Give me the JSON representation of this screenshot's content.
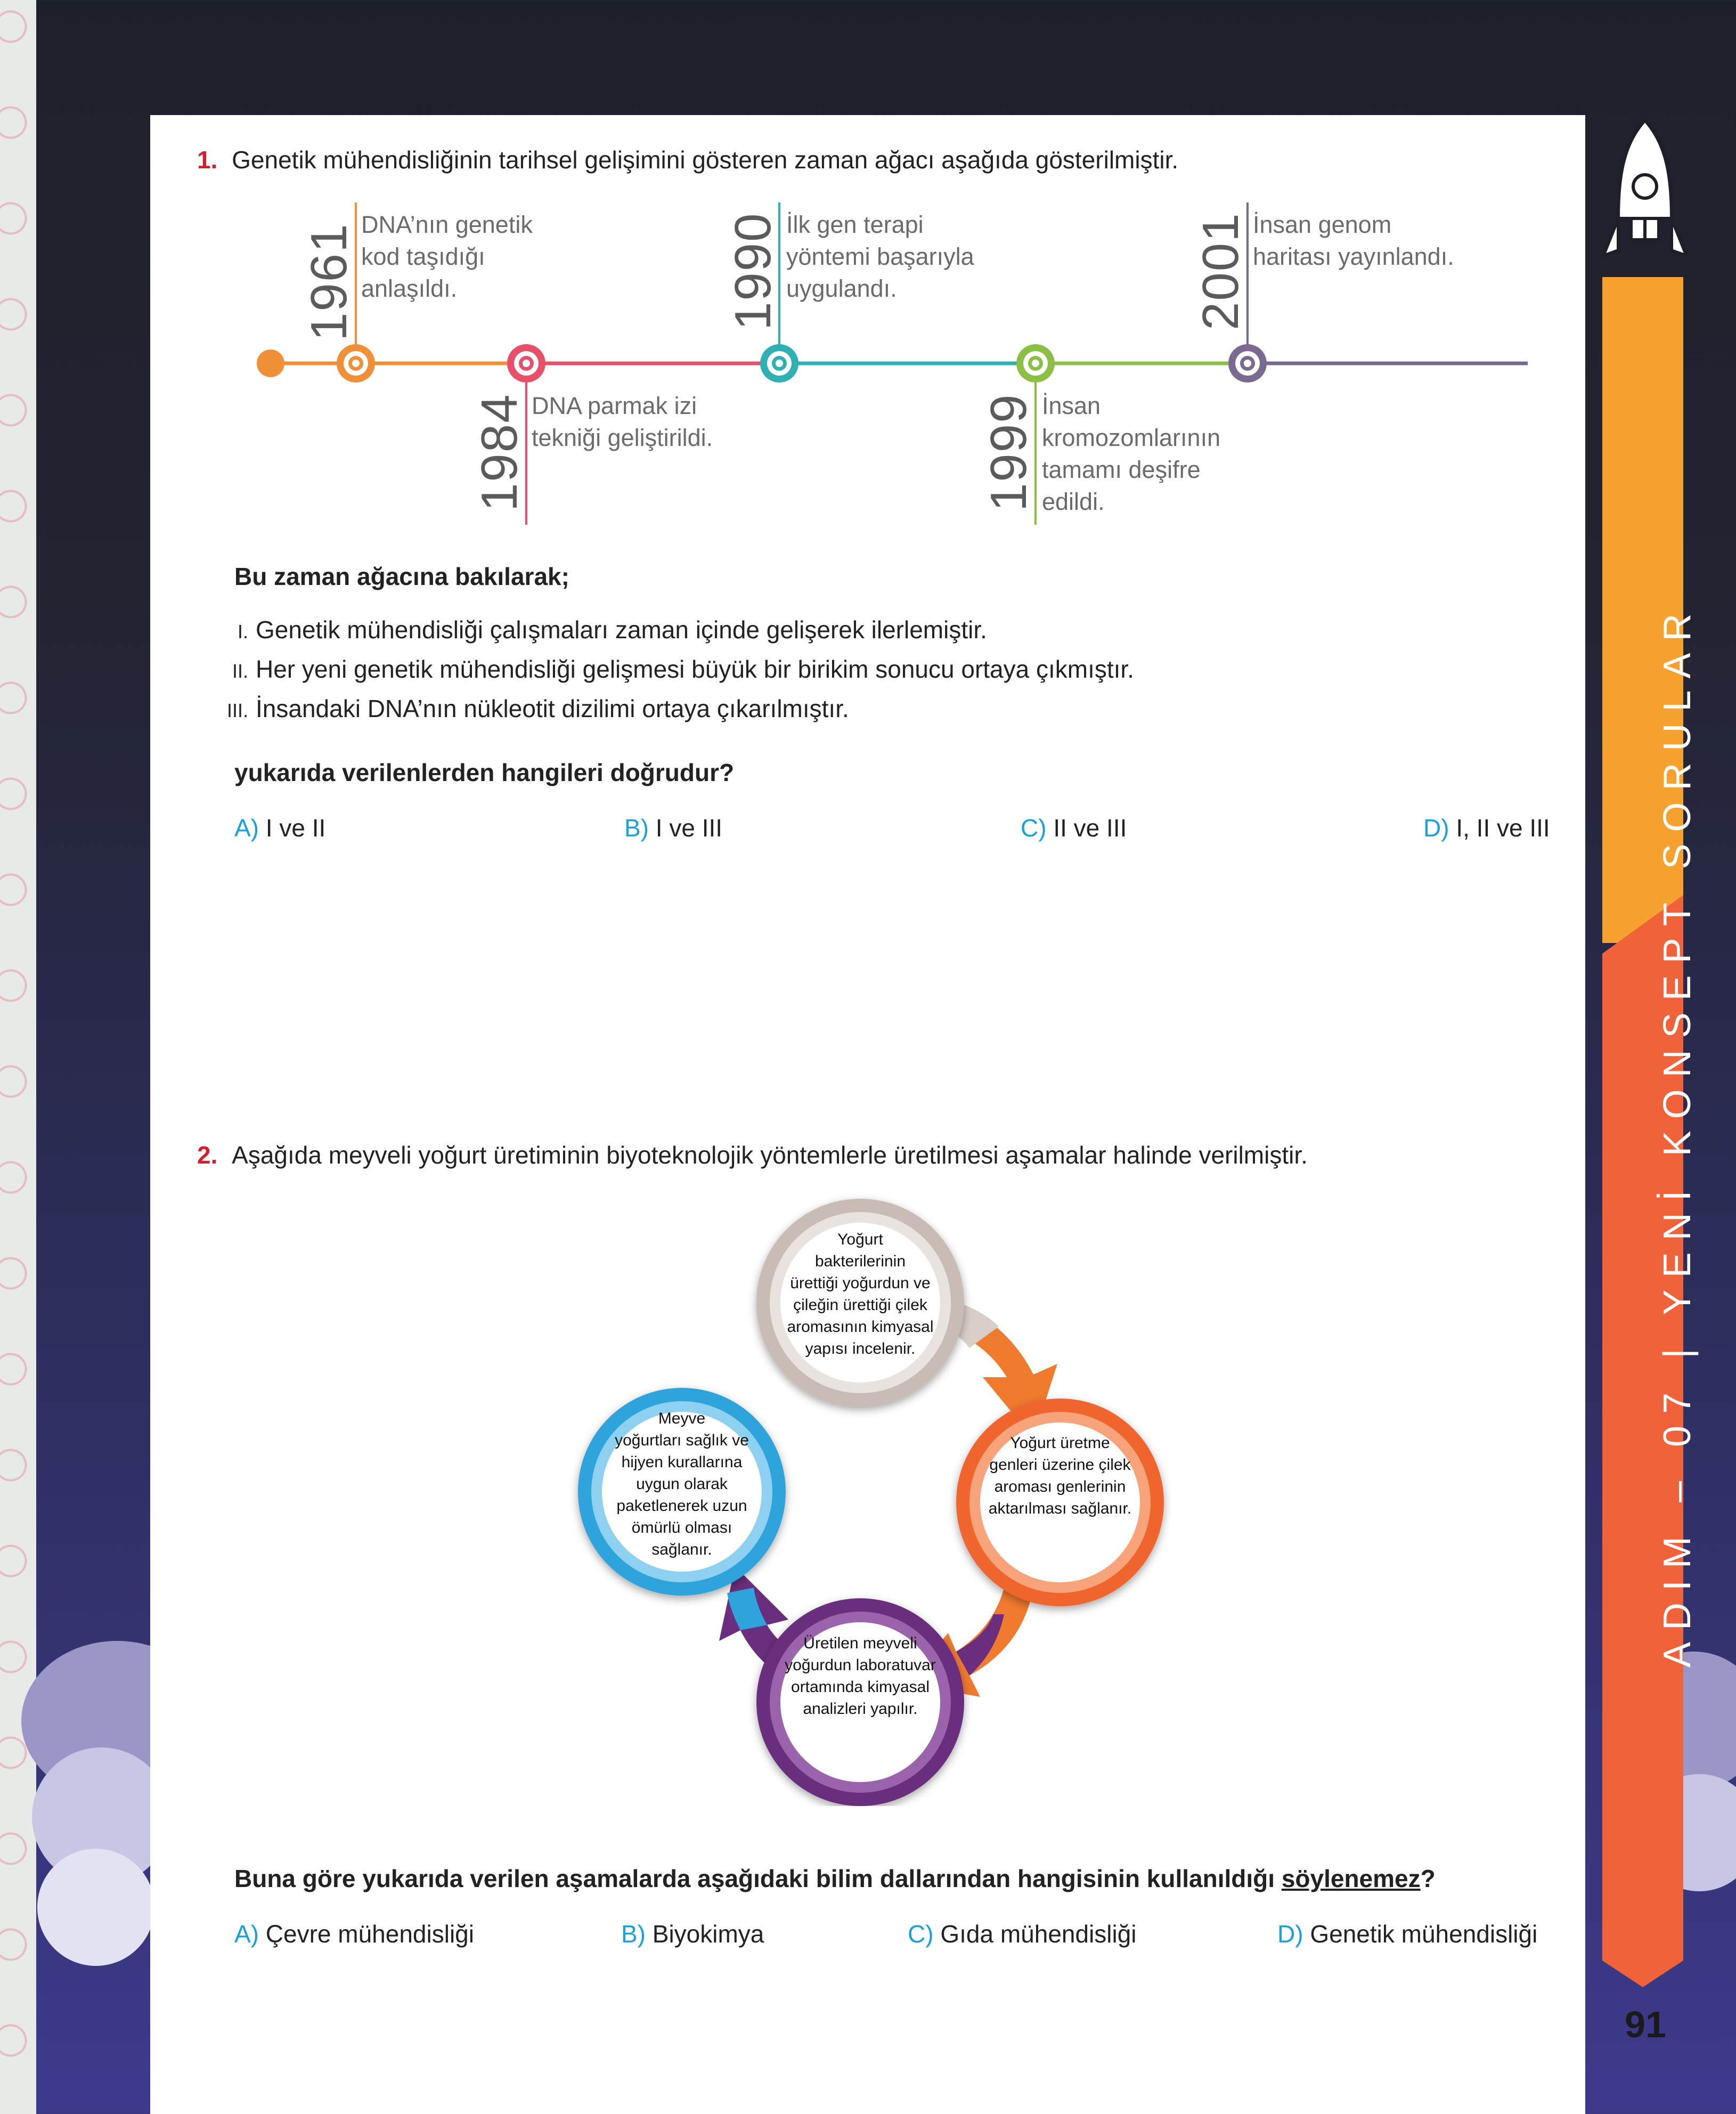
{
  "q1": {
    "number": "1.",
    "stem": "Genetik mühendisliğinin tarihsel gelişimini gösteren zaman ağacı aşağıda gösterilmiştir.",
    "timeline": [
      {
        "year": "1961",
        "text": [
          "DNA’nın genetik",
          "kod taşıdığı",
          "anlaşıldı."
        ],
        "color": "#f0913a"
      },
      {
        "year": "1984",
        "text": [
          "DNA parmak izi",
          "tekniği geliştirildi."
        ],
        "color": "#e8506a"
      },
      {
        "year": "1990",
        "text": [
          "İlk gen terapi",
          "yöntemi başarıyla",
          "uygulandı."
        ],
        "color": "#2fb0b2"
      },
      {
        "year": "1999",
        "text": [
          "İnsan",
          "kromozomlarının",
          "tamamı deşifre",
          "edildi."
        ],
        "color": "#8bbf46"
      },
      {
        "year": "2001",
        "text": [
          "İnsan genom",
          "haritası yayınlandı."
        ],
        "color": "#7a6a92"
      }
    ],
    "lead": "Bu zaman ağacına bakılarak;",
    "statements": [
      {
        "num": "I.",
        "text": "Genetik mühendisliği çalışmaları zaman içinde gelişerek ilerlemiştir."
      },
      {
        "num": "II.",
        "text": "Her yeni genetik mühendisliği gelişmesi büyük bir birikim sonucu ortaya çıkmıştır."
      },
      {
        "num": "III.",
        "text": "İnsandaki DNA’nın nükleotit dizilimi ortaya çıkarılmıştır."
      }
    ],
    "question": "yukarıda verilenlerden hangileri doğrudur?",
    "options": [
      {
        "letter": "A)",
        "text": "I ve II"
      },
      {
        "letter": "B)",
        "text": "I ve III"
      },
      {
        "letter": "C)",
        "text": "II ve III"
      },
      {
        "letter": "D)",
        "text": "I, II ve III"
      }
    ]
  },
  "q2": {
    "number": "2.",
    "stem": "Aşağıda meyveli yoğurt üretiminin biyoteknolojik yöntemlerle üretilmesi aşamalar halinde verilmiştir.",
    "steps": {
      "top": [
        "Yoğurt",
        "bakterilerinin",
        "ürettiği yoğurdun ve",
        "çileğin ürettiği çilek",
        "aromasının kimyasal",
        "yapısı incelenir."
      ],
      "right": [
        "Yoğurt üretme",
        "genleri üzerine çilek",
        "aroması genlerinin",
        "aktarılması sağlanır."
      ],
      "bottom": [
        "Üretilen meyveli",
        "yoğurdun laboratuvar",
        "ortamında kimyasal",
        "analizleri yapılır."
      ],
      "left": [
        "Meyve",
        "yoğurtları sağlık ve",
        "hijyen kurallarına",
        "uygun olarak",
        "paketlenerek uzun",
        "ömürlü olması",
        "sağlanır."
      ]
    },
    "colors": {
      "top": "#c8bcb4",
      "right": "#f0652e",
      "bottom": "#6b2e7e",
      "left": "#2ea3dc"
    },
    "question_pre": "Buna göre yukarıda verilen aşamalarda aşağıdaki bilim dallarından hangisinin kullanıldığı ",
    "question_underlined": "söylenemez",
    "question_post": "?",
    "options": [
      {
        "letter": "A)",
        "text": "Çevre mühendisliği"
      },
      {
        "letter": "B)",
        "text": "Biyokimya"
      },
      {
        "letter": "C)",
        "text": "Gıda mühendisliği"
      },
      {
        "letter": "D)",
        "text": "Genetik mühendisliği"
      }
    ]
  },
  "sidebar": {
    "label": "ADIM – 07 | YENİ KONSEPT SORULAR",
    "colors": {
      "top": "#f79a2b",
      "bottom": "#f0623a"
    }
  },
  "page_number": "91"
}
